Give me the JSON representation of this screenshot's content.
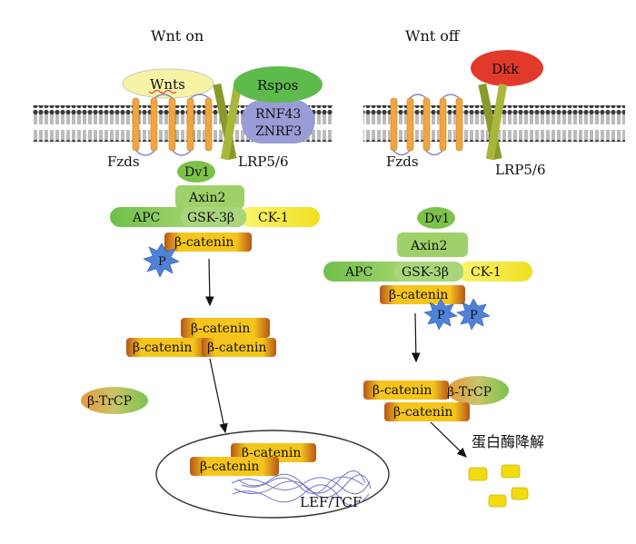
{
  "panels": {
    "on": {
      "title": "Wnt on",
      "wnts": "Wnts",
      "rspos": "Rspos",
      "rnf43": "RNF43",
      "znrf3": "ZNRF3",
      "fzds": "Fzds",
      "lrp": "LRP5/6",
      "dv1": "Dv1",
      "axin2": "Axin2",
      "apc": "APC",
      "gsk3b": "GSK-3β",
      "ck1": "CK-1",
      "beta_catenin": "β-catenin",
      "phospho": "P",
      "trcp": "β-TrCP",
      "lef_tcf": "LEF/TCF"
    },
    "off": {
      "title": "Wnt off",
      "dkk": "Dkk",
      "fzds": "Fzds",
      "lrp": "LRP5/6",
      "dv1": "Dv1",
      "axin2": "Axin2",
      "apc": "APC",
      "gsk3b": "GSK-3β",
      "ck1": "CK-1",
      "beta_catenin": "β-catenin",
      "phospho": "P",
      "trcp": "β-TrCP",
      "degradation": "蛋白酶降解"
    }
  },
  "colors": {
    "membrane_head": "#333333",
    "helix": "#f0a540",
    "lrp": "#8a9a2a",
    "green": "#7cc24a",
    "yellow": "#f4ee3a",
    "wnts": "#f6f3a4",
    "rnf": "#9a9cd6",
    "dkk": "#e23a2a",
    "catenin": "#f3c21e",
    "catenin_border": "#c0501c",
    "phospho": "#4f82d6",
    "fragment": "#f2dc10"
  }
}
